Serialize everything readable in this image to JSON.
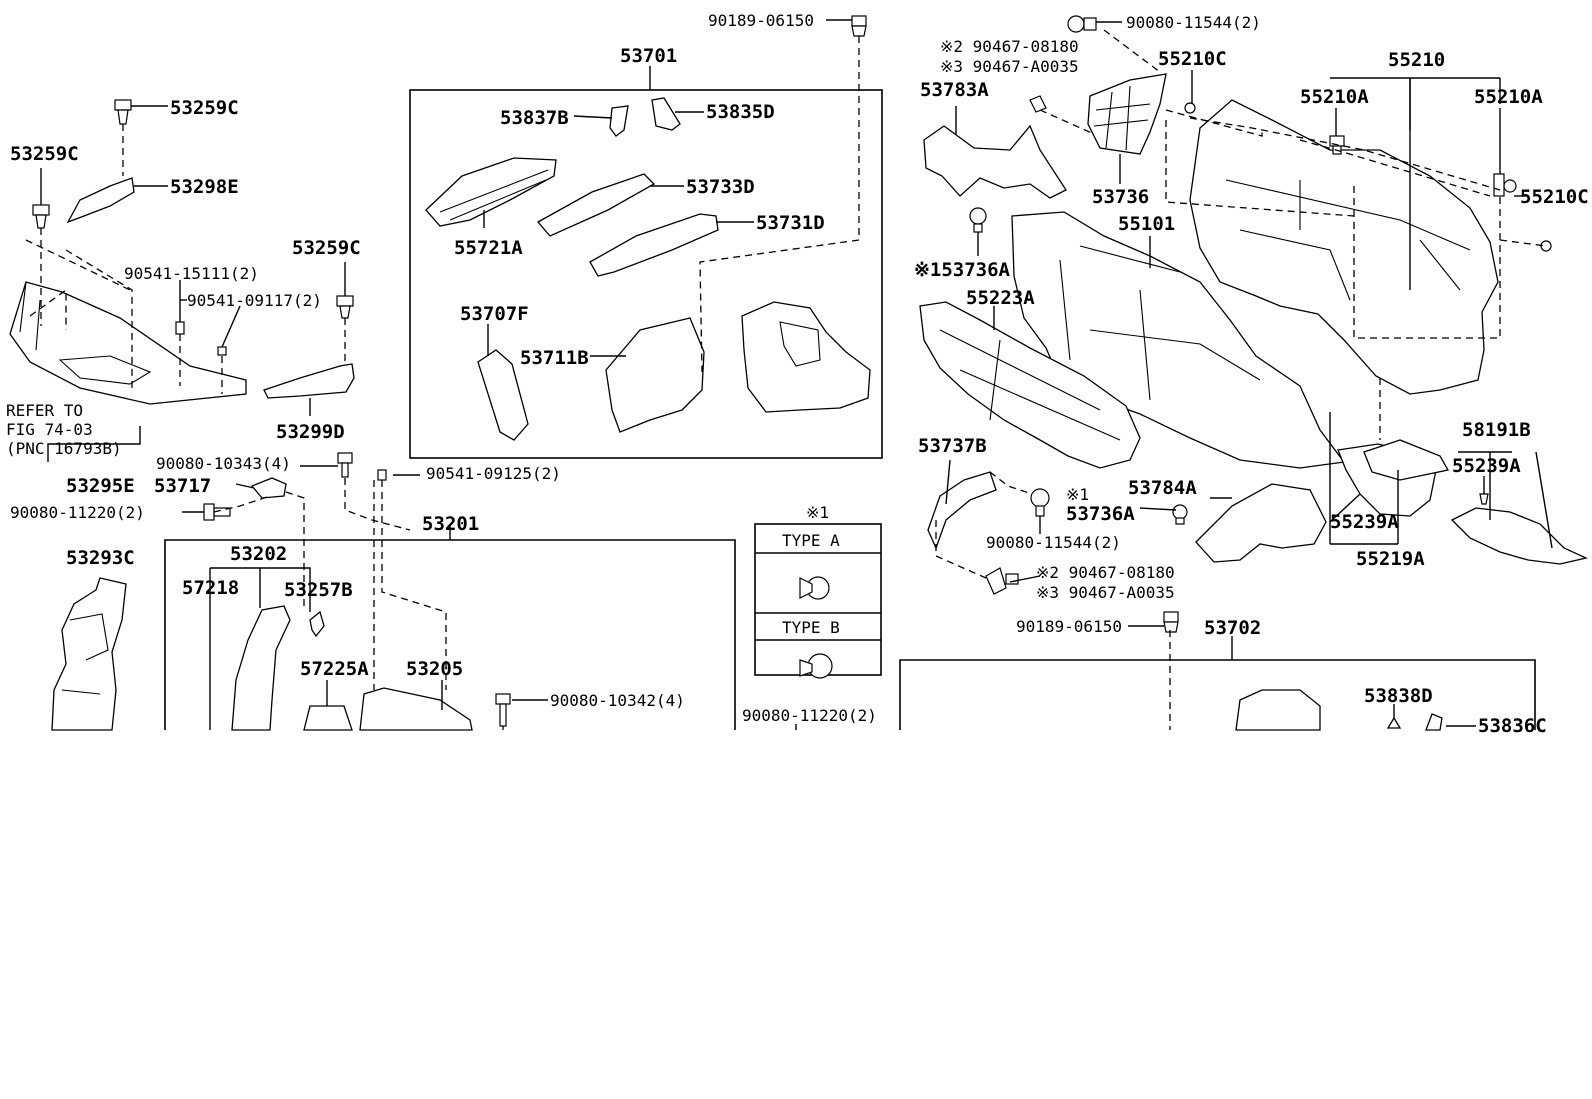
{
  "labels": {
    "p53259C_a": "53259C",
    "p53259C_b": "53259C",
    "p53259C_c": "53259C",
    "p53298E": "53298E",
    "p90541_15111": "90541-15111(2)",
    "p90541_09117": "90541-09117(2)",
    "refer_line1": "REFER TO",
    "refer_line2": "FIG 74-03",
    "refer_line3": "(PNC 16793B)",
    "p53295E": "53295E",
    "p53299D": "53299D",
    "p90080_10343": "90080-10343(4)",
    "p53717": "53717",
    "p90080_11220_a": "90080-11220(2)",
    "p90541_09125": "90541-09125(2)",
    "p53201": "53201",
    "p53293C": "53293C",
    "p53202": "53202",
    "p57218": "57218",
    "p53257B": "53257B",
    "p57225A": "57225A",
    "p53205": "53205",
    "p90080_10342": "90080-10342(4)",
    "p90189_06150_a": "90189-06150",
    "p53701": "53701",
    "p53837B": "53837B",
    "p53835D": "53835D",
    "p53733D": "53733D",
    "p55721A": "55721A",
    "p53731D": "53731D",
    "p53707F": "53707F",
    "p53711B": "53711B",
    "note1_mark": "※1",
    "type_a": "TYPE A",
    "type_b": "TYPE B",
    "p90080_11220_b": "90080-11220(2)",
    "p90080_11544_a": "90080-11544(2)",
    "note2_90467_08180_a": "※2 90467-08180",
    "note3_90467_A0035_a": "※3 90467-A0035",
    "p55210C_a": "55210C",
    "p55210": "55210",
    "p53783A": "53783A",
    "p55210A_a": "55210A",
    "p55210A_b": "55210A",
    "p53736": "53736",
    "p55210C_b": "55210C",
    "p53736A_a": "※153736A",
    "p55101": "55101",
    "p55223A": "55223A",
    "p53737B": "53737B",
    "p58191B": "58191B",
    "p55239A_a": "55239A",
    "p53784A": "53784A",
    "note1_small": "※1",
    "p53736A_b": "53736A",
    "p55239A_b": "55239A",
    "p90080_11544_b": "90080-11544(2)",
    "p55219A": "55219A",
    "note2_90467_08180_b": "※2 90467-08180",
    "note3_90467_A0035_b": "※3 90467-A0035",
    "p90189_06150_b": "90189-06150",
    "p53702": "53702",
    "p53838D": "53838D",
    "p53836C": "53836C"
  }
}
